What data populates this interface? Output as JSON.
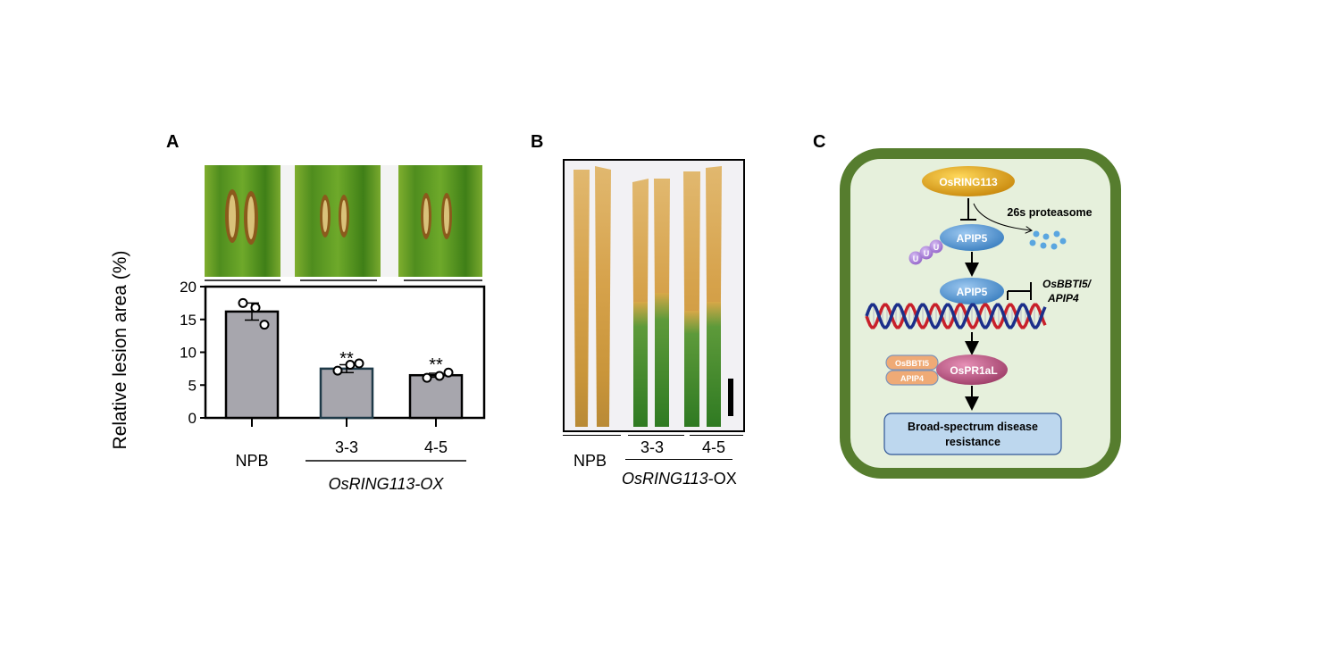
{
  "panel_a": {
    "letter": "A",
    "chart_data": {
      "type": "bar",
      "categories": [
        "NPB",
        "3-3",
        "4-5"
      ],
      "values": [
        16.2,
        7.5,
        6.5
      ],
      "errors": [
        1.3,
        0.6,
        0.3
      ],
      "points": [
        [
          17.5,
          16.8,
          14.2
        ],
        [
          7.2,
          8.1,
          8.3
        ],
        [
          6.1,
          6.4,
          6.9
        ]
      ],
      "significance": [
        "",
        "**",
        "**"
      ],
      "ylabel": "Relative lesion area (%)",
      "ylim": [
        0,
        20
      ],
      "yticks": [
        0,
        5,
        10,
        15,
        20
      ],
      "group_label": "OsRING113-OX",
      "group_label_italic": "OsRING113-OX",
      "bar_color": "#a7a6ad"
    }
  },
  "panel_b": {
    "letter": "B",
    "labels": [
      "NPB",
      "3-3",
      "4-5"
    ],
    "group_label_italic": "OsRING113",
    "group_label_suffix": "-OX"
  },
  "panel_c": {
    "letter": "C",
    "top_protein": "OsRING113",
    "proteasome": "26s proteasome",
    "apip5_top": "APIP5",
    "ubiquitin": [
      "U",
      "U",
      "U"
    ],
    "apip5_bottom": "APIP5",
    "target_genes": "OsBBTI5/ APIP4",
    "partner_1": "OsBBTI5",
    "partner_2": "APIP4",
    "effector": "OsPR1aL",
    "outcome": "Broad-spectrum disease resistance",
    "colors": {
      "cell_border": "#567d2e",
      "cell_fill": "#e6f0dc",
      "ring": "#e6a313",
      "apip5": "#4b8fcf",
      "pr1": "#b9527e",
      "partner": "#efaa76",
      "outcome_box": "#bdd7ee"
    }
  }
}
